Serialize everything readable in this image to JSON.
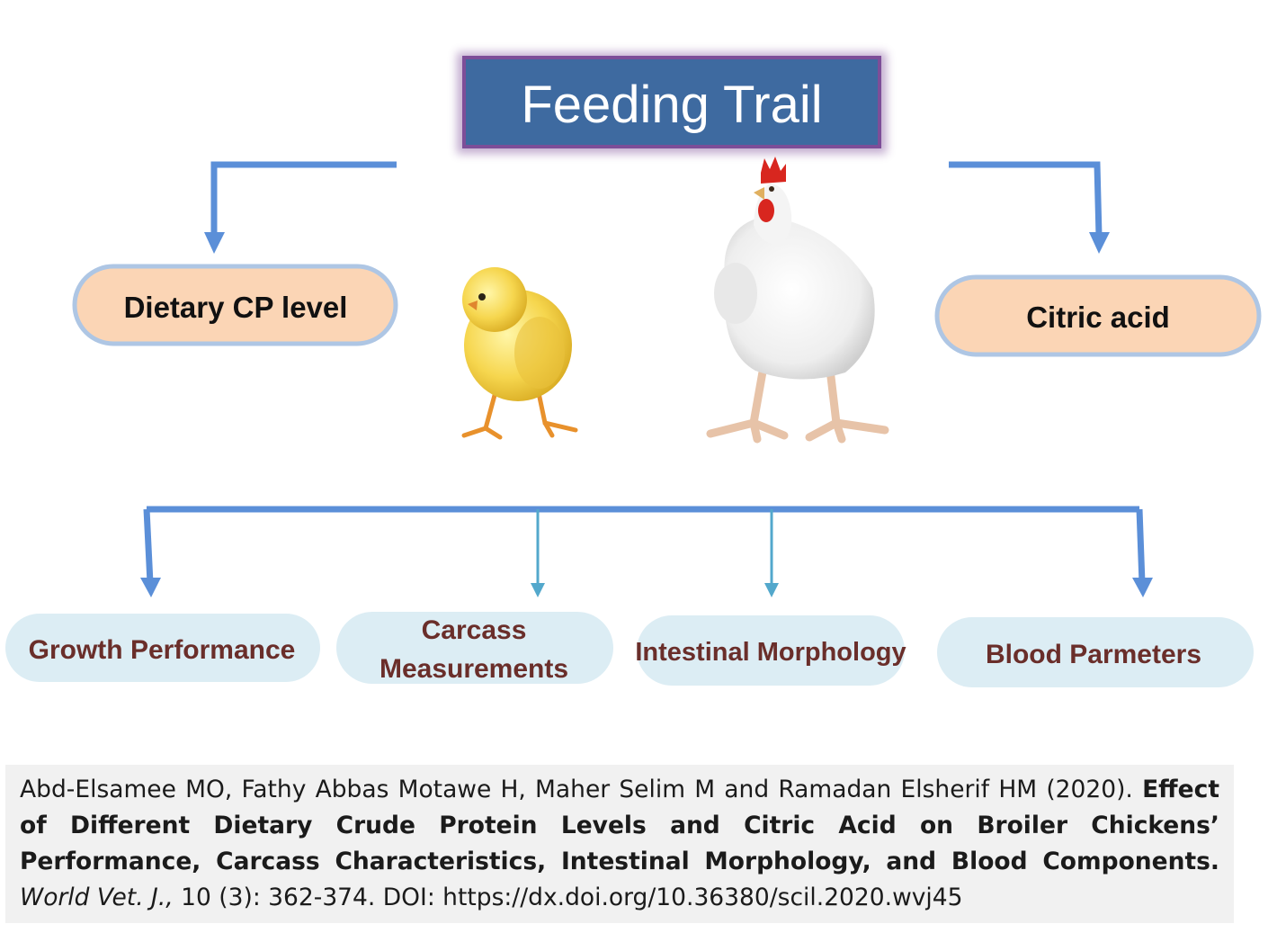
{
  "title": "Feeding Trail",
  "factors": [
    {
      "id": "cp",
      "label": "Dietary CP level"
    },
    {
      "id": "citric",
      "label": "Citric acid"
    }
  ],
  "outcomes": [
    {
      "id": "growth",
      "lines": [
        "Growth Performance"
      ]
    },
    {
      "id": "carcass",
      "lines": [
        "Carcass",
        "Measurements"
      ]
    },
    {
      "id": "intestinal",
      "lines": [
        "Intestinal Morphology"
      ]
    },
    {
      "id": "blood",
      "lines": [
        "Blood Parmeters"
      ]
    }
  ],
  "illustrations": {
    "chick": "chick-illustration",
    "hen": "hen-illustration"
  },
  "citation": {
    "authors": "Abd-Elsamee MO, Fathy Abbas Motawe H, Maher Selim M and Ramadan Elsherif HM (2020).",
    "title": "Effect of Different Dietary Crude Protein Levels and Citric Acid on Broiler Chickens’ Performance, Carcass Characteristics, Intestinal Morphology, and Blood Components.",
    "journal": "World Vet. J.,",
    "details": "10 (3): 362-374. DOI: https://dx.doi.org/10.36380/scil.2020.wvj45"
  },
  "colors": {
    "title_box": "#3e6aa0",
    "title_border": "#7d4e98",
    "title_text": "#ffffff",
    "connector": "#5b8fd8",
    "connector_thin": "#53a8cc",
    "factor_fill": "#fbd5b5",
    "factor_border": "#aec6e4",
    "factor_text": "#111111",
    "outcome_fill": "#dcedf4",
    "outcome_text": "#6a2e2a"
  }
}
